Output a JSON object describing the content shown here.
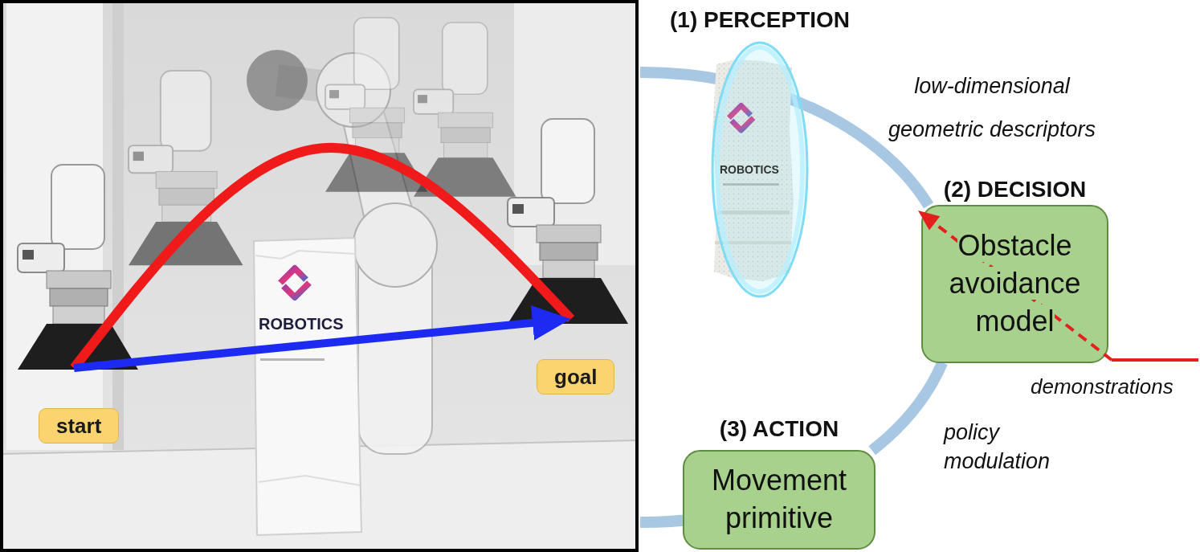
{
  "diagram": {
    "nodes": [
      {
        "text": [
          "start"
        ]
      },
      {
        "text": [
          "goal"
        ]
      },
      {
        "text": [
          "(1) PERCEPTION"
        ]
      },
      {
        "text": [
          "(2) DECISION",
          "Obstacle avoidance model"
        ]
      },
      {
        "text": [
          "(3) ACTION",
          "Movement primitive"
        ]
      }
    ],
    "edges": [
      {
        "from": 0,
        "to": 1,
        "arrow": "none"
      },
      {
        "from": 0,
        "to": 1,
        "arrow": "to"
      },
      {
        "from": 2,
        "to": 3,
        "label": "low-dimensional geometric descriptors",
        "arrow": "none"
      },
      {
        "from": 3,
        "to": 4,
        "label": "policy modulation",
        "arrow": "none"
      }
    ],
    "labels": [
      "ROBOTICS",
      "ROBOTICS",
      "demonstrations"
    ]
  }
}
